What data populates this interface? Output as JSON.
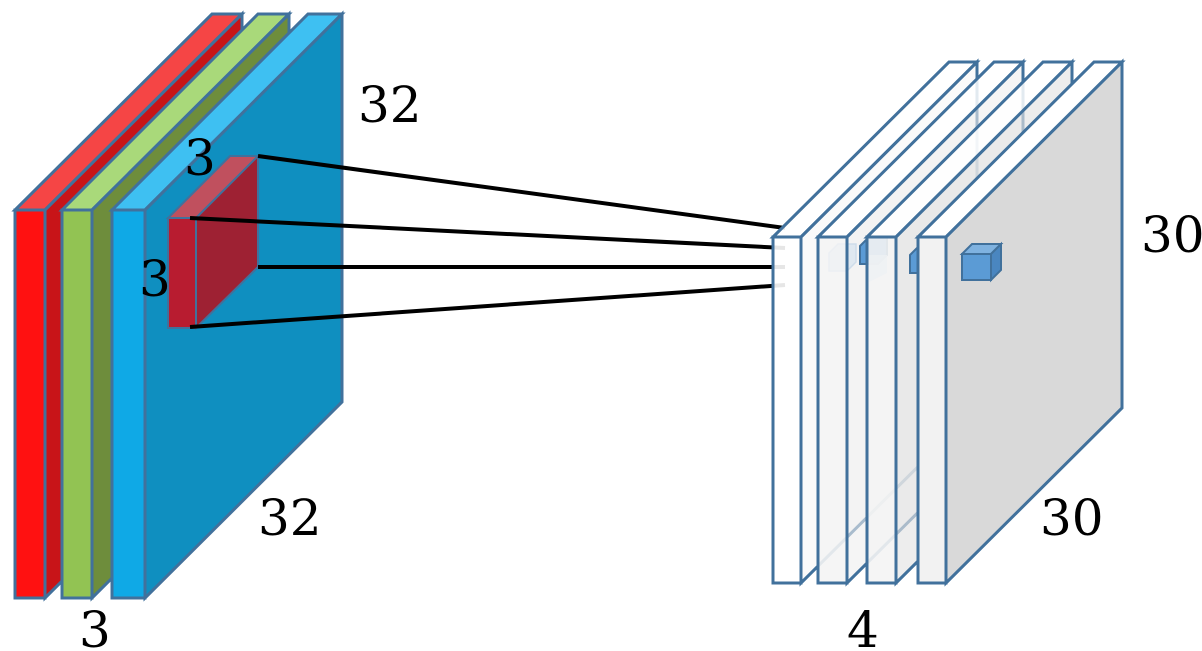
{
  "labels": {
    "input_height": "32",
    "input_width": "32",
    "input_depth": "3",
    "kernel_height": "3",
    "kernel_width": "3",
    "output_height": "30",
    "output_width": "30",
    "output_depth": "4"
  },
  "colors": {
    "input_channels": [
      "#ff1111",
      "#92c353",
      "#0fa9e6"
    ],
    "slab_outline": "#41719c",
    "kernel": "#9e2133",
    "output_face": "#f2f2f2",
    "output_side": "#d9d9d9",
    "output_cell": "#5b9bd5",
    "connector": "#000000"
  }
}
